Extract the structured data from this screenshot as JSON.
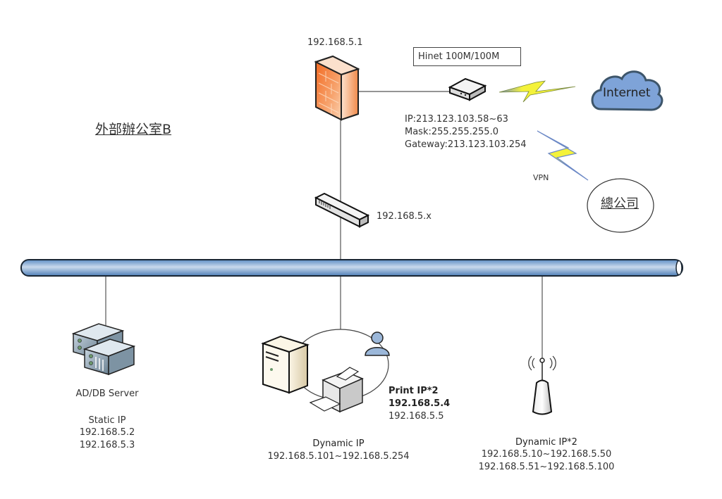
{
  "office_title": "外部辦公室B",
  "firewall": {
    "ip": "192.168.5.1"
  },
  "isp": {
    "label": "Hinet 100M/100M",
    "ip": "IP:213.123.103.58~63",
    "mask": "Mask:255.255.255.0",
    "gateway": "Gateway:213.123.103.254"
  },
  "internet": {
    "label": "Internet"
  },
  "vpn": {
    "label": "VPN"
  },
  "headquarters": {
    "label": "總公司"
  },
  "switch": {
    "ip": "192.168.5.x"
  },
  "server": {
    "name": "AD/DB Server",
    "type": "Static IP",
    "ips": [
      "192.168.5.2",
      "192.168.5.3"
    ]
  },
  "printers": {
    "title": "Print IP*2",
    "ips": [
      "192.168.5.4",
      "192.168.5.5"
    ]
  },
  "workstations": {
    "type": "Dynamic IP",
    "range": "192.168.5.101~192.168.5.254"
  },
  "wireless": {
    "type": "Dynamic IP*2",
    "ranges": [
      "192.168.5.10~192.168.5.50",
      "192.168.5.51~192.168.5.100"
    ]
  },
  "colors": {
    "firewall": "#f07a3a",
    "cloud": "#7ea3d8",
    "bolt": "#f4f23a",
    "backbone": "#8fb3d9"
  }
}
